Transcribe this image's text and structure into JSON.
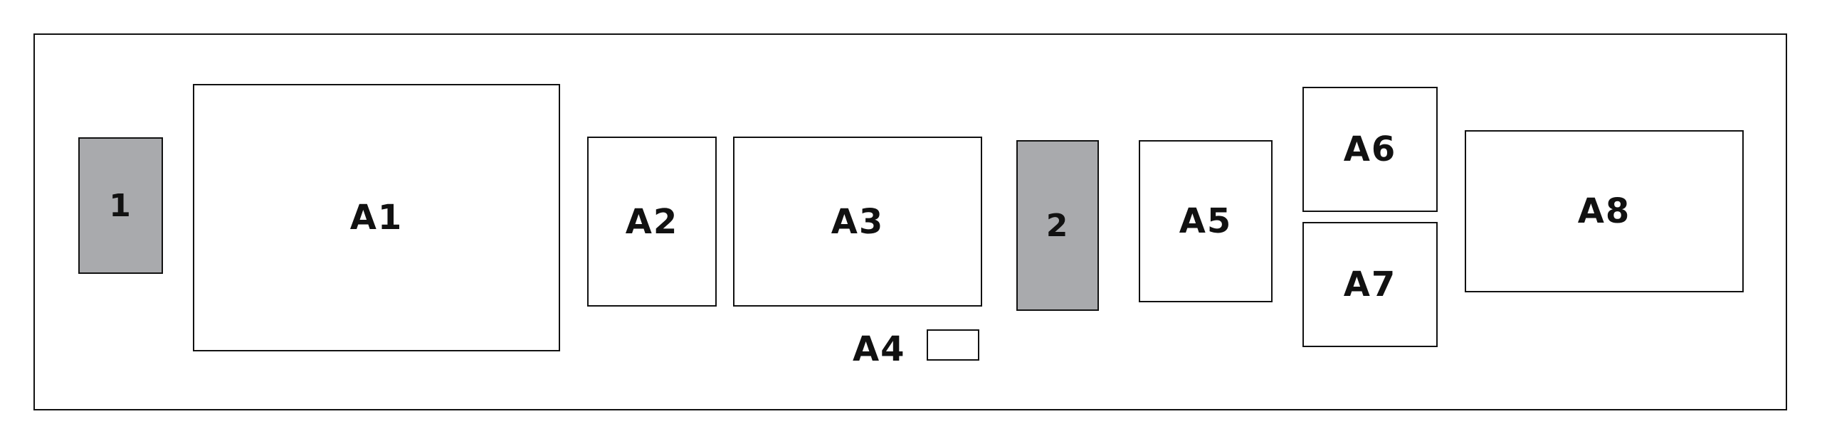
{
  "diagram": {
    "blocks": {
      "block_1": "1",
      "block_2": "2"
    },
    "areas": {
      "a1": "A1",
      "a2": "A2",
      "a3": "A3",
      "a4": "A4",
      "a5": "A5",
      "a6": "A6",
      "a7": "A7",
      "a8": "A8"
    },
    "colors": {
      "block_fill": "#a9aaad",
      "area_fill": "#ffffff",
      "stroke": "#111111"
    }
  }
}
